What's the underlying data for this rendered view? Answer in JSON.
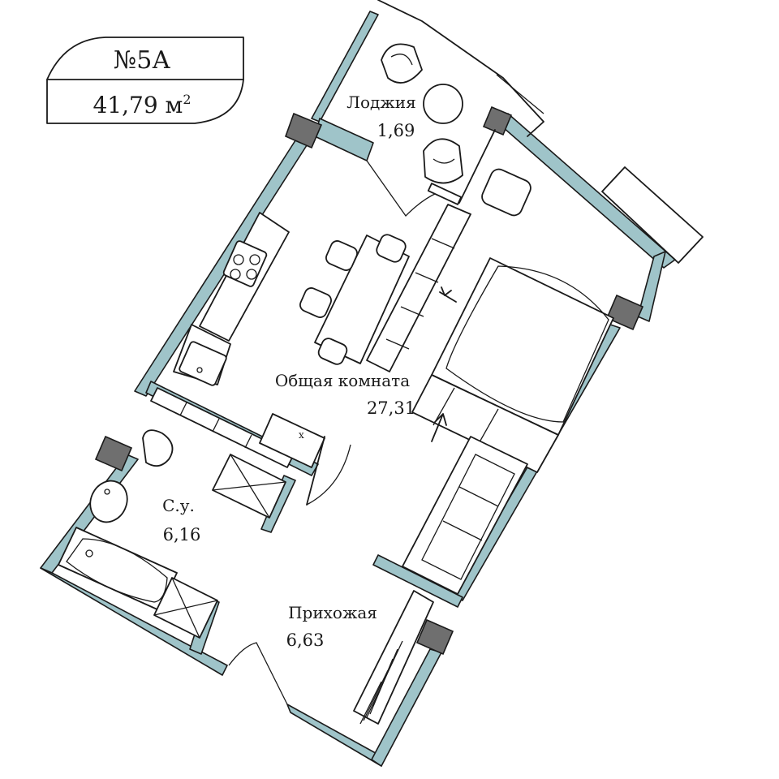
{
  "apartment": {
    "number": "№5А",
    "total_area": "41,79 м",
    "area_unit_sup": "2"
  },
  "rooms": [
    {
      "name": "Лоджия",
      "area": "1,69"
    },
    {
      "name": "Общая комната",
      "area": "27,31"
    },
    {
      "name": "С.у.",
      "area": "6,16"
    },
    {
      "name": "Прихожая",
      "area": "6,63"
    }
  ],
  "colors": {
    "wall": "#9fc4c9",
    "column": "#6f6f6f",
    "line": "#1a1a1a",
    "background": "#ffffff"
  }
}
